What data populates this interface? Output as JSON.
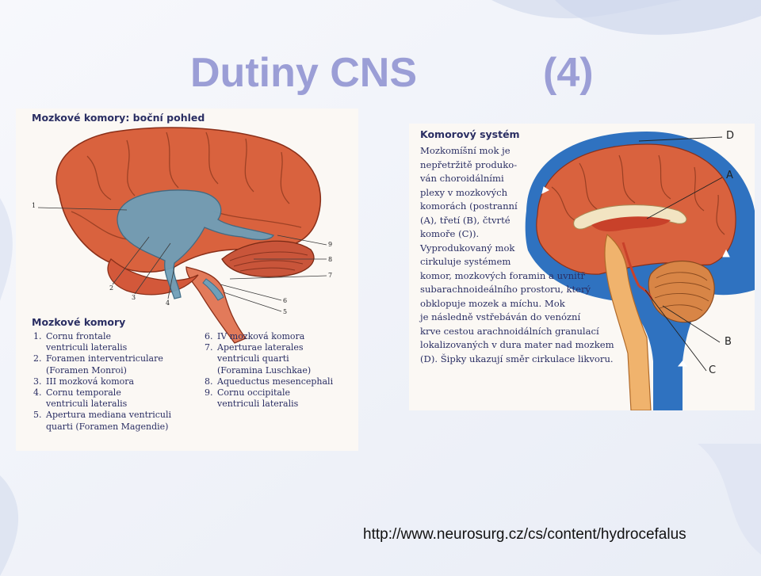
{
  "slide": {
    "title_main": "Dutiny CNS",
    "title_number": "(4)",
    "source_url": "http://www.neurosurg.cz/cs/content/hydrocefalus"
  },
  "left_figure": {
    "heading": "Mozkové komory: boční pohled",
    "callouts": [
      "1",
      "2",
      "3",
      "4",
      "5",
      "6",
      "7",
      "8",
      "9"
    ],
    "legend_heading": "Mozkové komory",
    "legend_col1": [
      {
        "num": "1.",
        "text": "Cornu frontale\nventriculi lateralis"
      },
      {
        "num": "2.",
        "text": "Foramen interventriculare\n(Foramen Monroi)"
      },
      {
        "num": "3.",
        "text": "III mozková komora"
      },
      {
        "num": "4.",
        "text": "Cornu temporale\nventriculi lateralis"
      },
      {
        "num": "5.",
        "text": "Apertura mediana ventriculi\nquarti (Foramen Magendie)"
      }
    ],
    "legend_col2": [
      {
        "num": "6.",
        "text": "IV mozková komora"
      },
      {
        "num": "7.",
        "text": "Aperturae laterales\nventriculi quarti\n(Foramina Luschkae)"
      },
      {
        "num": "8.",
        "text": "Aqueductus mesencephali"
      },
      {
        "num": "9.",
        "text": "Cornu occipitale\nventriculi lateralis"
      }
    ]
  },
  "right_figure": {
    "heading": "Komorový systém",
    "text": "Mozkomíšní mok je\nnepřetržitě produko-\nván choroidálními\nplexy v mozkových\nkomorách (postranní\n(A), třetí (B), čtvrté\nkomoře (C)).\nVyprodukovaný mok\ncirkuluje systémem\nkomor, mozkových foramin a uvnitř\nsubarachnoideálního prostoru, který\nobklopuje mozek a míchu. Mok\nje následně vstřebáván do venózní\nkrve cestou arachnoidálních granulací\nlokalizovaných v dura mater nad mozkem\n(D). Šipky ukazují směr cirkulace likvoru.",
    "callouts": [
      "D",
      "A",
      "B",
      "C"
    ]
  },
  "colors": {
    "title": "#9b9ed6",
    "brain": "#d9623e",
    "ventricle": "#6f9fb8",
    "csf_blue": "#2f72c0",
    "label_text": "#2a2e63"
  }
}
